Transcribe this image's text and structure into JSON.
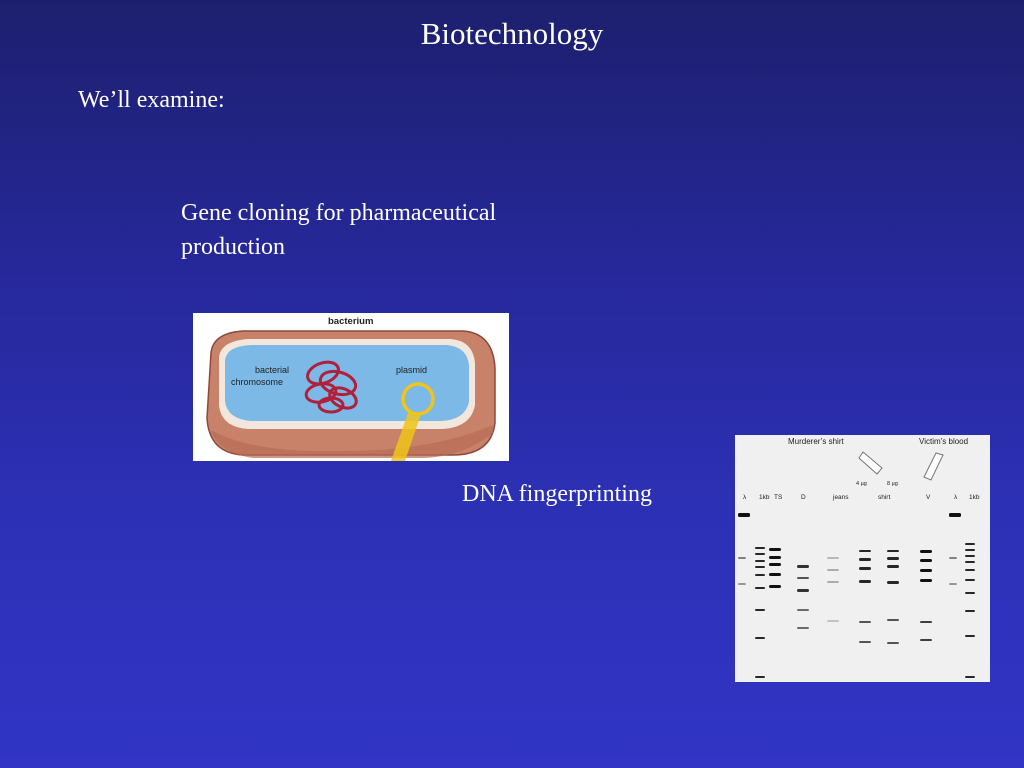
{
  "slide": {
    "title": "Biotechnology",
    "subtitle": "We’ll examine:",
    "item1": "Gene cloning for pharmaceutical production",
    "item2": "DNA fingerprinting"
  },
  "bacterium_figure": {
    "title": "bacterium",
    "label_chromosome_line1": "bacterial",
    "label_chromosome_line2": "chromosome",
    "label_plasmid": "plasmid"
  },
  "gel_figure": {
    "header_left": "Murderer’s shirt",
    "header_right": "Victim’s blood",
    "amount_1": "4 µg",
    "amount_2": "8 µg",
    "lanes": [
      "λ",
      "1kb",
      "TS",
      "D",
      "jeans",
      "shirt",
      "V",
      "λ",
      "1kb"
    ]
  }
}
